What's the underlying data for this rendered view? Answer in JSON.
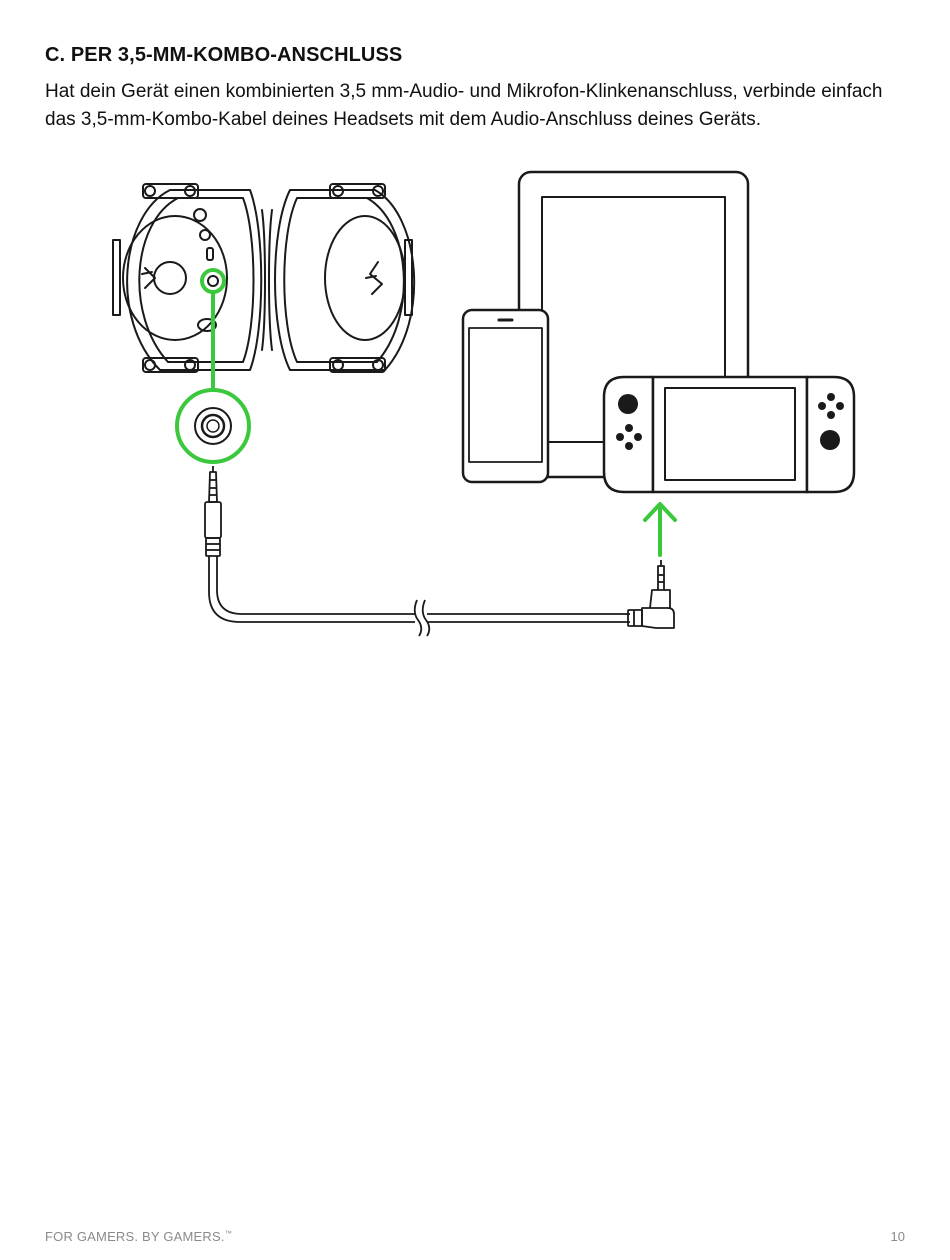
{
  "section": {
    "heading": "C. PER 3,5-MM-KOMBO-ANSCHLUSS",
    "paragraph": "Hat dein Gerät einen kombinierten 3,5 mm-Audio- und Mikrofon-Klinkenanschluss, verbinde einfach  das 3,5-mm-Kombo-Kabel deines Headsets mit dem Audio-Anschluss deines Geräts."
  },
  "illustration": {
    "accent_color": "#3cc83c",
    "line_color": "#1a1a1a",
    "icons": [
      "headset-icon",
      "audio-jack-zoom-icon",
      "audio-cable-icon",
      "tablet-icon",
      "smartphone-icon",
      "handheld-console-icon",
      "insert-arrow-icon"
    ]
  },
  "footer": {
    "tagline": "FOR GAMERS. BY GAMERS.",
    "trademark": "™",
    "page_number": "10"
  }
}
